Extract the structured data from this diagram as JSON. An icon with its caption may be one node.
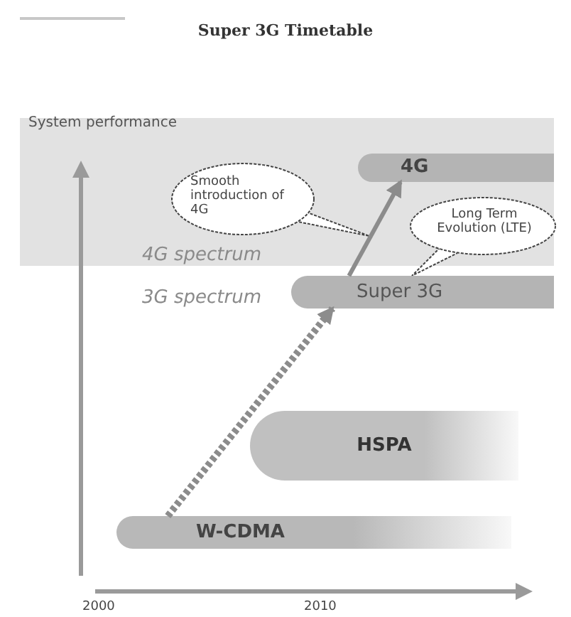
{
  "diagram": {
    "title": "Super 3G Timetable",
    "nodes": [
      {
        "text": [
          "4G"
        ]
      },
      {
        "text": [
          "Smooth introduction of 4G"
        ]
      },
      {
        "text": [
          "Long Term Evolution (LTE)"
        ]
      },
      {
        "text": [
          "Super 3G"
        ]
      },
      {
        "text": [
          "HSPA"
        ]
      },
      {
        "text": [
          "W-CDMA"
        ]
      }
    ],
    "edges": [
      {
        "from": 5,
        "to": 3,
        "arrow": "to",
        "style": "dashed"
      },
      {
        "from": 3,
        "to": 0,
        "arrow": "to"
      }
    ],
    "labels": [
      "System performance",
      "4G spectrum",
      "3G spectrum",
      "2000",
      "2010"
    ]
  }
}
